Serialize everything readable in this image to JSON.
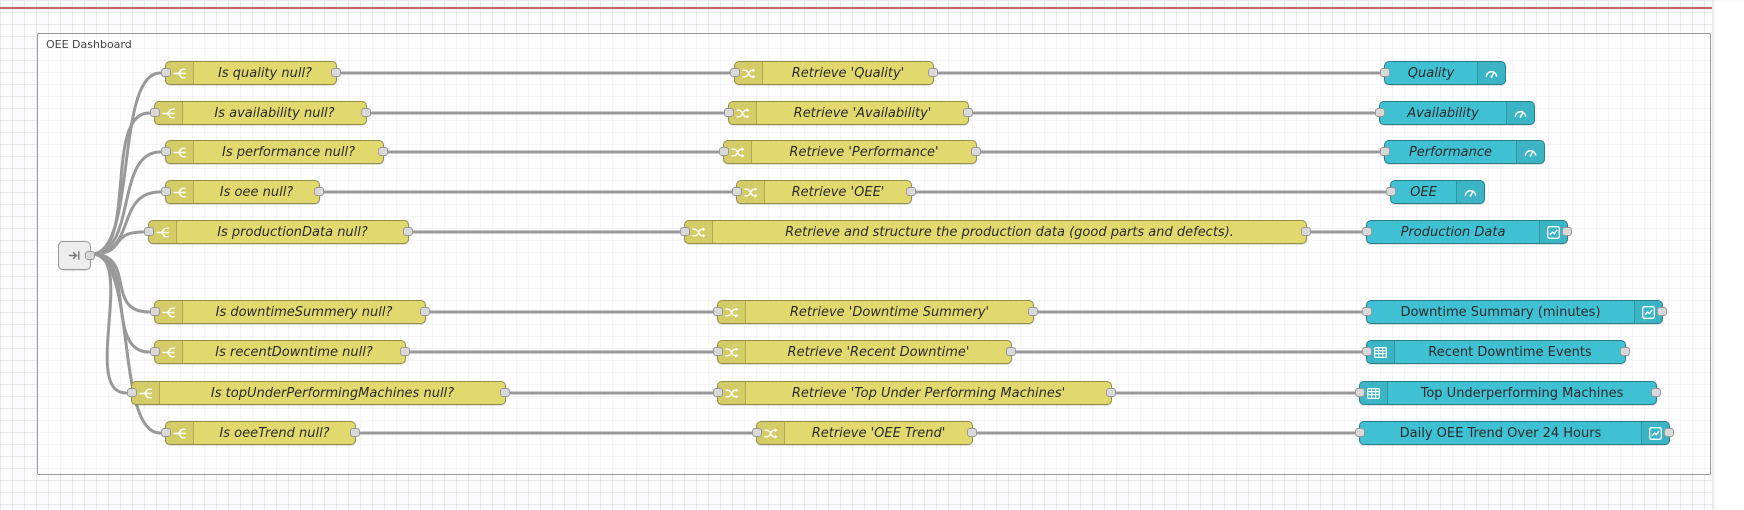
{
  "canvas": {
    "group_label": "OEE Dashboard"
  },
  "colors": {
    "function_node": "#e2d96e",
    "dashboard_node": "#3fc1d3",
    "wire": "#999999",
    "top_line": "#b94a48"
  },
  "rows": [
    {
      "switch": "Is quality null?",
      "retrieve": "Retrieve 'Quality'",
      "ui": "Quality",
      "ui_icon": "gauge"
    },
    {
      "switch": "Is availability null?",
      "retrieve": "Retrieve 'Availability'",
      "ui": "Availability",
      "ui_icon": "gauge"
    },
    {
      "switch": "Is performance null?",
      "retrieve": "Retrieve 'Performance'",
      "ui": "Performance",
      "ui_icon": "gauge"
    },
    {
      "switch": "Is oee null?",
      "retrieve": "Retrieve 'OEE'",
      "ui": "OEE",
      "ui_icon": "gauge"
    },
    {
      "switch": "Is productionData null?",
      "retrieve": "Retrieve and structure the production data (good parts and defects).",
      "ui": "Production Data",
      "ui_icon": "chart"
    },
    {
      "switch": "Is downtimeSummery null?",
      "retrieve": "Retrieve 'Downtime Summery'",
      "ui": "Downtime Summary (minutes)",
      "ui_icon": "chart"
    },
    {
      "switch": "Is recentDowntime null?",
      "retrieve": "Retrieve 'Recent Downtime'",
      "ui": "Recent Downtime Events",
      "ui_icon": "table"
    },
    {
      "switch": "Is topUnderPerformingMachines null?",
      "retrieve": "Retrieve 'Top Under Performing Machines'",
      "ui": "Top Underperforming Machines",
      "ui_icon": "table"
    },
    {
      "switch": "Is oeeTrend null?",
      "retrieve": "Retrieve 'OEE Trend'",
      "ui": "Daily OEE Trend Over 24 Hours",
      "ui_icon": "chart"
    }
  ]
}
